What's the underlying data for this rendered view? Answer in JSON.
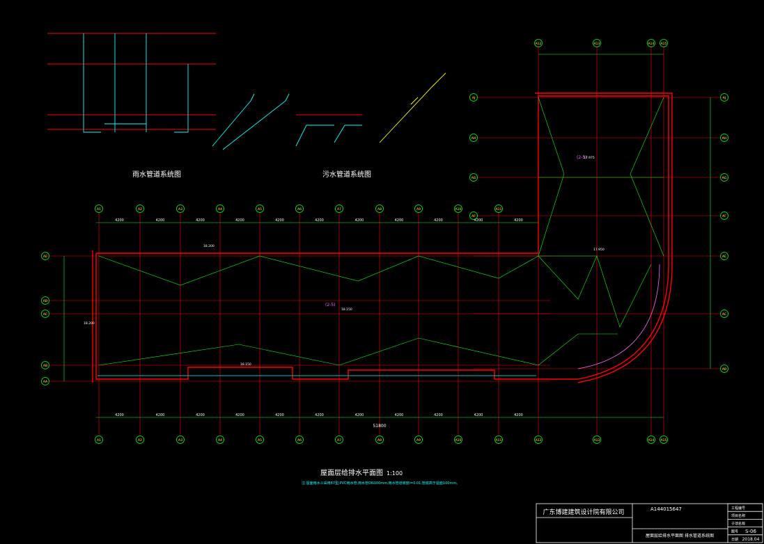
{
  "colors": {
    "background": "#000000",
    "axis": "#00ff00",
    "wall": "#ff0000",
    "dim": "#00ff00",
    "pipe": "#00ffff",
    "text": "#ffffff",
    "label_yellow": "#ffff00"
  },
  "diagrams": {
    "rain_title": "雨水管道系统图",
    "sewage_title": "污水管道系统图"
  },
  "plan": {
    "title": "屋面层给排水平面图",
    "scale": "1:100",
    "note": "注:屋面雨水斗采用87型,PVC雨水管,雨水管DN100mm,雨水管道坡度i=0.01,管底高于屋面100mm。",
    "bottom_axes": [
      "A1",
      "A2",
      "A3",
      "A4",
      "A5",
      "A6",
      "A7",
      "A8",
      "A9",
      "A10",
      "A11",
      "A12",
      "A13",
      "A14",
      "A15"
    ],
    "top_axes": [
      "A1",
      "A2",
      "A3",
      "A4",
      "A5",
      "A6",
      "A7",
      "A8",
      "A9",
      "A10",
      "A11"
    ],
    "right_top_axes": [
      "A12",
      "A13",
      "A14",
      "A15"
    ],
    "left_axes": [
      "AE",
      "AD",
      "AC",
      "AB",
      "AA"
    ],
    "right_axes": [
      "AJ",
      "AH",
      "AG",
      "AF",
      "AE",
      "AC",
      "AB"
    ],
    "span_dims": [
      "4200",
      "4200",
      "4200",
      "4200",
      "4200",
      "4200",
      "4200",
      "4200",
      "4200",
      "4200",
      "4200"
    ],
    "total_length": "51800",
    "room_label": "(2-5)",
    "roof_elevations": [
      "18.200",
      "18.150",
      "17.975",
      "17.950"
    ]
  },
  "titleblock": {
    "company": "广东博建建筑设计院有限公司",
    "cert_no": "A144015647",
    "drawing_name": "屋面层给排水平面图  排水管道系统图",
    "sheet_no": "S-06",
    "date": "2018.04",
    "rows": [
      "工程编号",
      "项目名称",
      "子项名称",
      "图号",
      "日期"
    ]
  }
}
